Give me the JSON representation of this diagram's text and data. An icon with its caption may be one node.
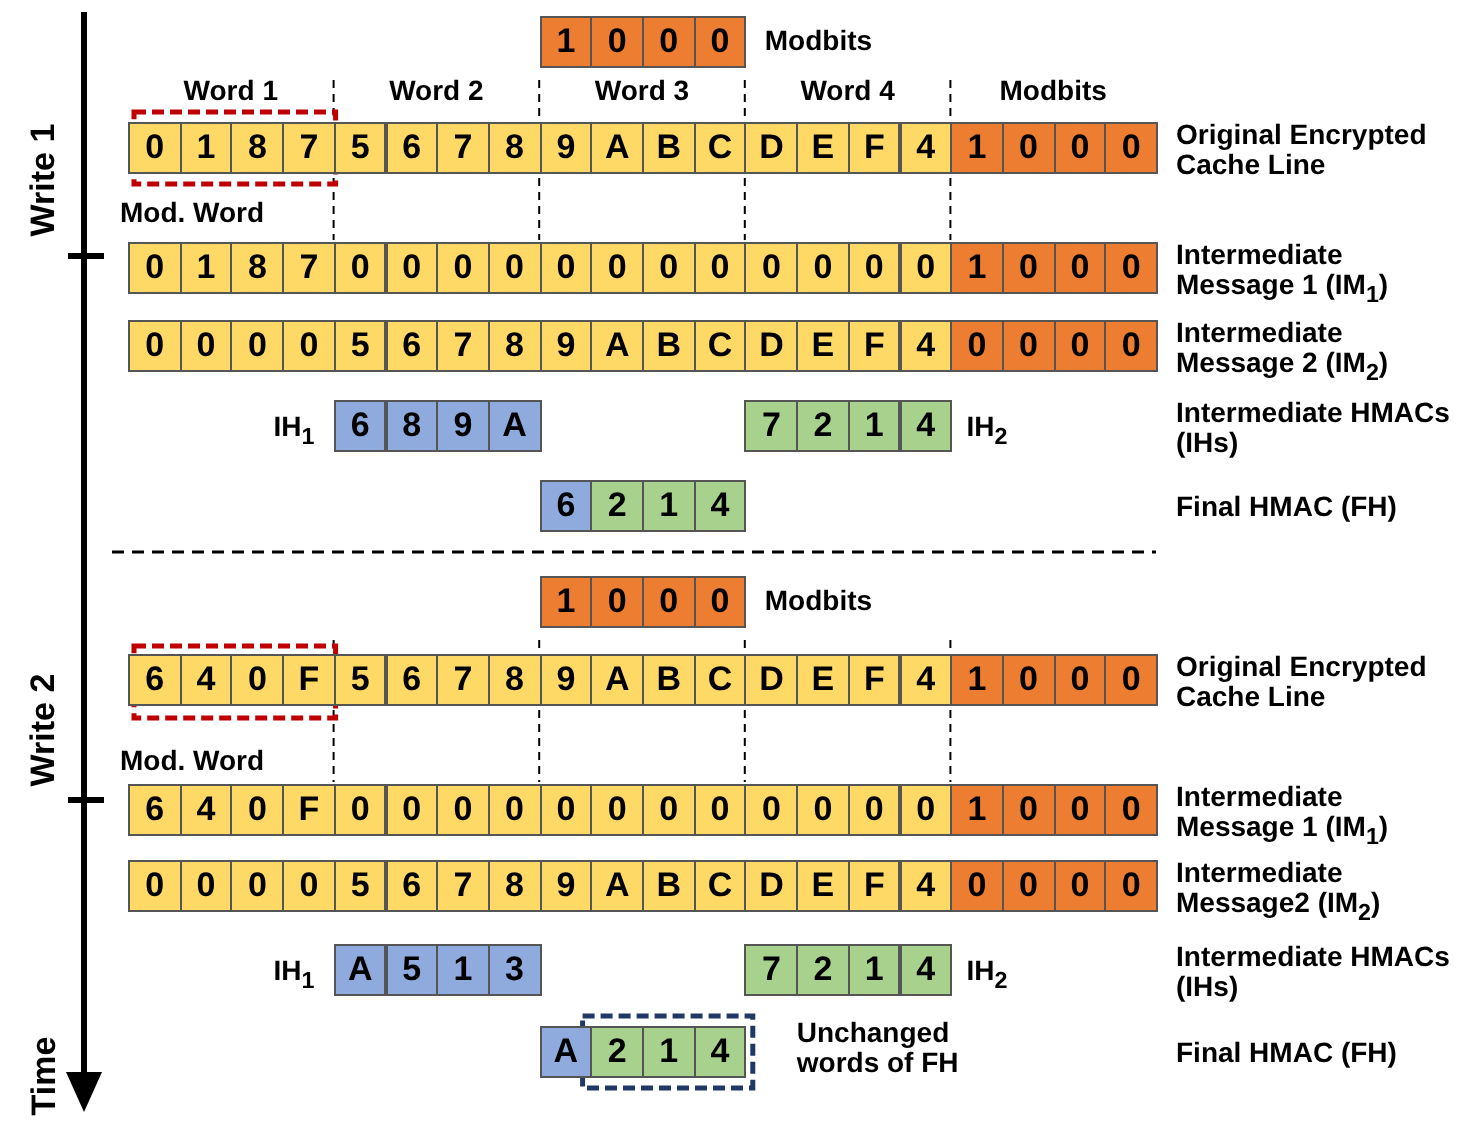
{
  "diagram": {
    "labels": [
      "Write 1",
      "1",
      "0",
      "0",
      "0",
      "Modbits",
      "Word 1",
      "Word 2",
      "Word 3",
      "Word 4",
      "Modbits",
      "0",
      "1",
      "8",
      "7",
      "5",
      "6",
      "7",
      "8",
      "9",
      "A",
      "B",
      "C",
      "D",
      "E",
      "F",
      "4",
      "1",
      "0",
      "0",
      "0",
      "Original Encrypted Cache Line",
      "Mod. Word",
      "0",
      "1",
      "8",
      "7",
      "0",
      "0",
      "0",
      "0",
      "0",
      "0",
      "0",
      "0",
      "0",
      "0",
      "0",
      "0",
      "1",
      "0",
      "0",
      "0",
      "Intermediate Message 1 (IM$_{1}$)",
      "0",
      "0",
      "0",
      "0",
      "5",
      "6",
      "7",
      "8",
      "9",
      "A",
      "B",
      "C",
      "D",
      "E",
      "F",
      "4",
      "0",
      "0",
      "0",
      "0",
      "Intermediate Message 2 (IM$_{2}$)",
      "IH$_{1}$",
      "6",
      "8",
      "9",
      "A",
      "7",
      "2",
      "1",
      "4",
      "IH$_{2}$",
      "Intermediate HMACs (IHs)",
      "6",
      "2",
      "1",
      "4",
      "Final HMAC (FH)",
      "Write 2",
      "1",
      "0",
      "0",
      "0",
      "Modbits",
      "6",
      "4",
      "0",
      "F",
      "5",
      "6",
      "7",
      "8",
      "9",
      "A",
      "B",
      "C",
      "D",
      "E",
      "F",
      "4",
      "1",
      "0",
      "0",
      "0",
      "Original Encrypted Cache Line",
      "Mod. Word",
      "6",
      "4",
      "0",
      "F",
      "0",
      "0",
      "0",
      "0",
      "0",
      "0",
      "0",
      "0",
      "0",
      "0",
      "0",
      "0",
      "1",
      "0",
      "0",
      "0",
      "Intermediate Message 1 (IM$_{1}$)",
      "0",
      "0",
      "0",
      "0",
      "5",
      "6",
      "7",
      "8",
      "9",
      "A",
      "B",
      "C",
      "D",
      "E",
      "F",
      "4",
      "0",
      "0",
      "0",
      "0",
      "Intermediate Message2 (IM$_{2}$)",
      "IH$_{1}$",
      "A",
      "5",
      "1",
      "3",
      "7",
      "2",
      "1",
      "4",
      "IH$_{2}$",
      "Intermediate HMACs (IHs)",
      "A",
      "2",
      "1",
      "4",
      "Unchanged words of FH",
      "Final HMAC (FH)",
      "Time"
    ]
  }
}
